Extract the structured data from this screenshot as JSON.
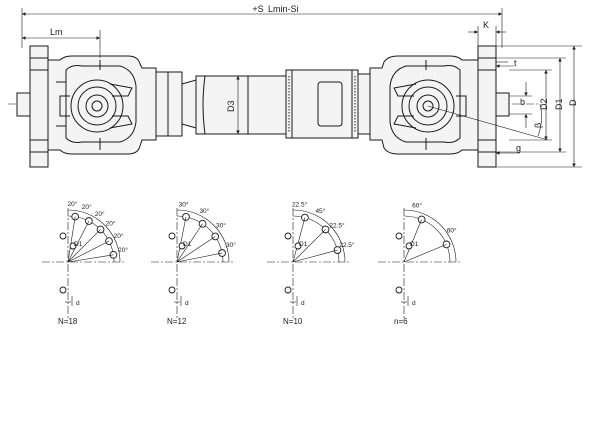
{
  "assembly": {
    "labels": {
      "s": "+S",
      "lmin": "Lmin-Si",
      "lm": "Lm",
      "k": "K",
      "t": "t",
      "b": "b",
      "d2": "D2",
      "d1": "D1",
      "d": "D",
      "beta": "β",
      "g": "g",
      "d3": "D3"
    }
  },
  "patterns": [
    {
      "caption": "N=18",
      "labels": [
        "D1",
        "d"
      ],
      "holes": 5,
      "angles": [
        "20°",
        "20°",
        "20°",
        "20°",
        "20°",
        "20°"
      ]
    },
    {
      "caption": "N=12",
      "labels": [
        "D1",
        "d"
      ],
      "holes": 4,
      "angles": [
        "30°",
        "30°",
        "30°",
        "30°"
      ]
    },
    {
      "caption": "N=10",
      "labels": [
        "D1",
        "d"
      ],
      "holes": 3,
      "angles": [
        "22.5°",
        "45°",
        "22.5°",
        "22.5°"
      ]
    },
    {
      "caption": "n=6",
      "labels": [
        "D1",
        "d"
      ],
      "holes": 2,
      "angles": [
        "60°",
        "60°"
      ]
    }
  ]
}
